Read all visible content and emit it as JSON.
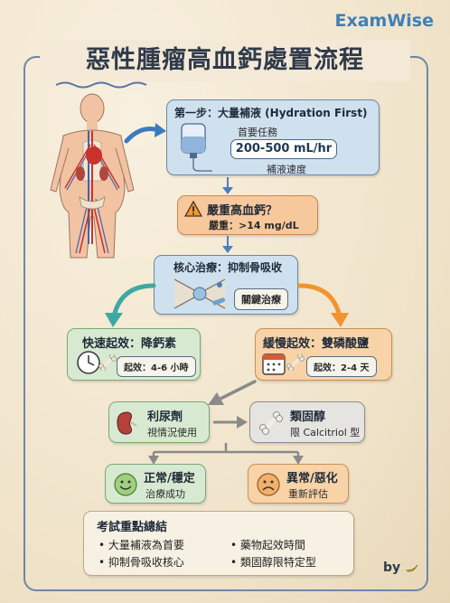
{
  "brand": "ExamWise",
  "title": "惡性腫瘤高血鈣處置流程",
  "step1": {
    "title": "第一步：大量補液 (Hydration First)",
    "primary_task": "首要任務",
    "rate": "200-500 mL/hr",
    "rate_label": "補液速度"
  },
  "severe": {
    "title": "嚴重高血鈣？",
    "criterion": "嚴重：>14 mg/dL"
  },
  "core": {
    "title": "核心治療：抑制骨吸收",
    "key_label": "關鍵治療"
  },
  "fast": {
    "title": "快速起效：降鈣素",
    "onset": "起效：4-6 小時"
  },
  "slow": {
    "title": "緩慢起效：雙磷酸鹽",
    "onset": "起效：2-4 天"
  },
  "diuretic": {
    "title": "利尿劑",
    "note": "視情況使用"
  },
  "steroid": {
    "title": "類固醇",
    "note": "限 Calcitriol 型"
  },
  "normal": {
    "title": "正常/穩定",
    "note": "治療成功"
  },
  "abnormal": {
    "title": "異常/惡化",
    "note": "重新評估"
  },
  "summary": {
    "title": "考試重點總結",
    "items": [
      "大量補液為首要",
      "抑制骨吸收核心",
      "藥物起效時間",
      "類固醇限特定型"
    ]
  },
  "footer": "by"
}
